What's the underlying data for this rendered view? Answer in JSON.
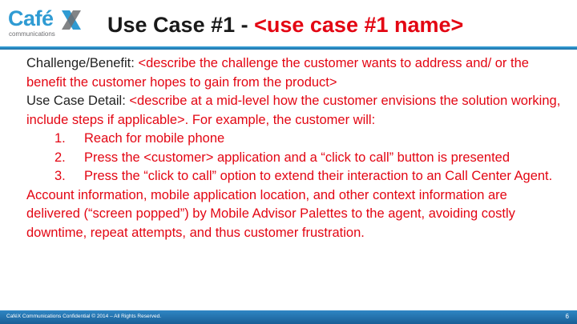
{
  "logo": {
    "brand": "Café",
    "sub": "communications",
    "icon": "cafex-x-logo-icon",
    "colors": {
      "blue": "#2f9bd3",
      "grey": "#6d6e71"
    }
  },
  "title": {
    "prefix": "Use Case #1 - ",
    "highlight": "<use case #1 name>"
  },
  "content": {
    "challenge_label": "Challenge/Benefit: ",
    "challenge_text": "<describe the challenge the customer wants to address and/ or the benefit the customer hopes to gain from the product>",
    "detail_label": "Use Case Detail: ",
    "detail_text": "<describe at a mid-level how the customer envisions the solution working, include steps if applicable>. For example, the customer will:",
    "steps": [
      {
        "num": "1.",
        "text": "Reach for mobile phone"
      },
      {
        "num": "2.",
        "text": "Press the <customer> application and a “click to call” button is presented"
      },
      {
        "num": "3.",
        "text": "Press the “click to call” option to extend their interaction to an Call Center Agent."
      }
    ],
    "closing": "Account information, mobile application location, and other context information are delivered (“screen popped”) by Mobile Advisor Palettes to the agent, avoiding costly downtime, repeat attempts, and thus customer frustration."
  },
  "footer": {
    "text": "CaféX Communications Confidential © 2014 – All Rights Reserved.",
    "page": "6"
  },
  "colors": {
    "accent_red": "#e30613",
    "header_rule_blue": "#1c6ea5",
    "footer_blue": "#2f86c4"
  }
}
